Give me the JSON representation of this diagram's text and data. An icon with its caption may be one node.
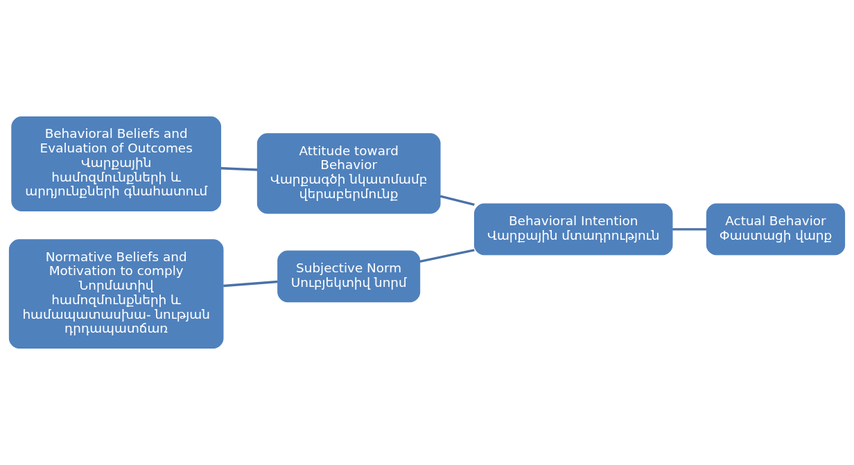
{
  "diagram": {
    "nodes": [
      {
        "text": [
          "Behavioral Beliefs and Evaluation of Outcomes",
          "Վարքային համոզմունքների և արդյունքների գնահատում"
        ]
      },
      {
        "text": [
          "Attitude toward Behavior",
          "Վարքագծի նկատմամբ վերաբերմունք"
        ]
      },
      {
        "text": [
          "Normative Beliefs and Motivation to comply",
          "Նորմատիվ համոզմունքների և համապատասխա- նության դրդապատճառ"
        ]
      },
      {
        "text": [
          "Subjective Norm",
          "Սուբյեկտիվ նորմ"
        ]
      },
      {
        "text": [
          "Behavioral Intention",
          "Վարքային մտադրություն"
        ]
      },
      {
        "text": [
          "Actual Behavior",
          "Փաստացի վարք"
        ]
      }
    ],
    "edges": [
      {
        "from": 0,
        "to": 1,
        "arrow": "none"
      },
      {
        "from": 2,
        "to": 3,
        "arrow": "none"
      },
      {
        "from": 1,
        "to": 4,
        "arrow": "none"
      },
      {
        "from": 3,
        "to": 4,
        "arrow": "none"
      },
      {
        "from": 4,
        "to": 5,
        "arrow": "none"
      }
    ]
  }
}
